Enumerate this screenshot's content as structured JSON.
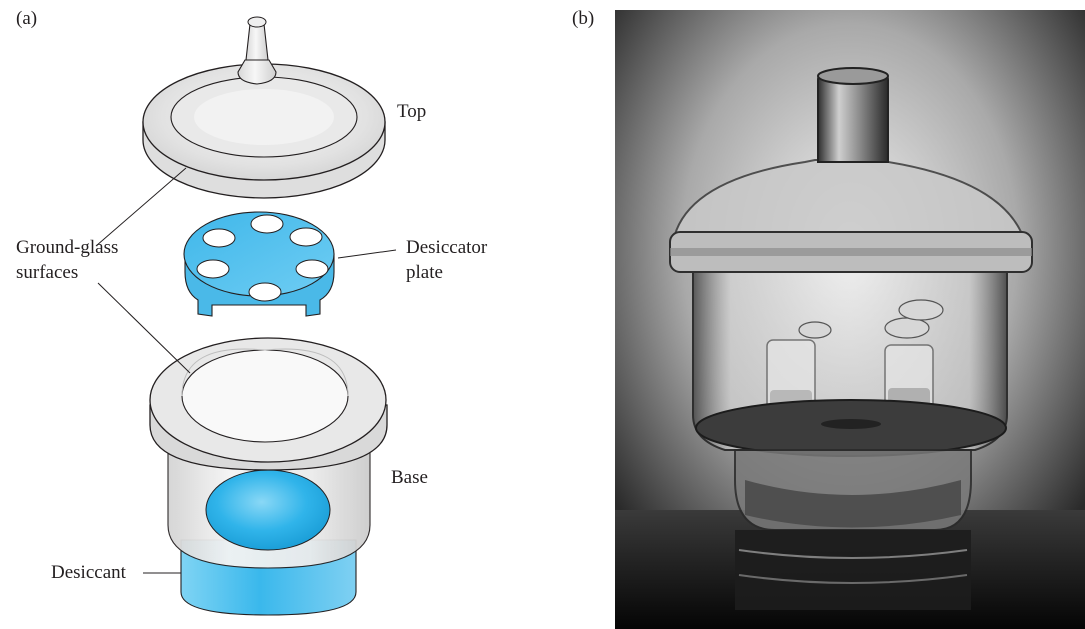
{
  "figure": {
    "panel_a_label": "(a)",
    "panel_b_label": "(b)"
  },
  "labels": {
    "top": "Top",
    "ground_glass_line1": "Ground-glass",
    "ground_glass_line2": "surfaces",
    "desiccator_plate_line1": "Desiccator",
    "desiccator_plate_line2": "plate",
    "base": "Base",
    "desiccant": "Desiccant"
  },
  "colors": {
    "desiccant_blue": "#4dc3ef",
    "plate_blue": "#5ec8f0",
    "glass_gray": "#e6e6e6",
    "outline": "#231f20"
  }
}
